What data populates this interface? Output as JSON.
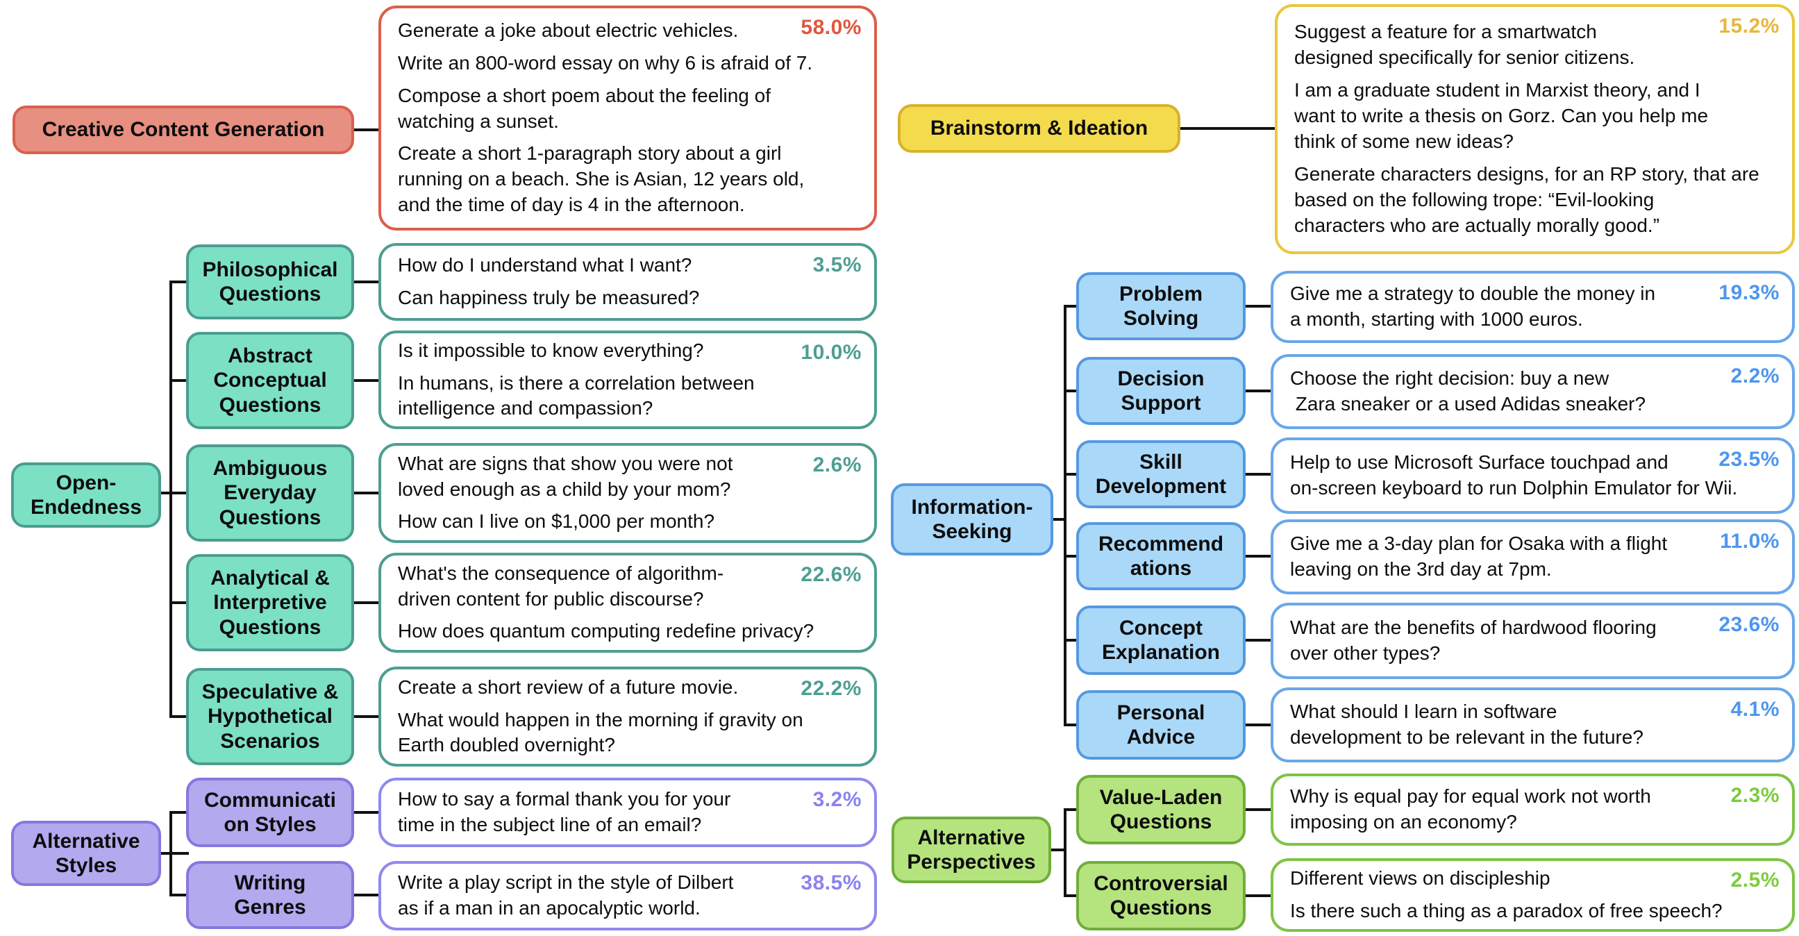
{
  "figure": {
    "background": "#ffffff",
    "connector_color": "#111111"
  },
  "palette": {
    "red": {
      "fill": "#E78F81",
      "stroke": "#DB5F4B",
      "percent": "#E05640"
    },
    "teal": {
      "fill": "#7CE0C4",
      "stroke": "#4E9E93",
      "percent": "#4E9E93"
    },
    "purple": {
      "fill": "#B2A9EE",
      "stroke": "#9089F0",
      "percent": "#8B82F0"
    },
    "yellow": {
      "fill": "#F4DB4D",
      "stroke": "#E8C83E",
      "percent": "#E8B73A"
    },
    "blue": {
      "fill": "#AAD8F8",
      "stroke": "#69A7EA",
      "percent": "#4D96F0"
    },
    "green": {
      "fill": "#B5E37E",
      "stroke": "#7DC444",
      "percent": "#7DCB3E"
    }
  },
  "groups": [
    {
      "label": "Creative Content Generation",
      "color": "red",
      "example": {
        "pct": "58.0%",
        "prompts": [
          "Generate a joke about electric vehicles.",
          "Write an 800-word essay on why 6 is afraid of 7.",
          "Compose a short poem about the feeling of\nwatching a sunset.",
          "Create a short 1-paragraph story about a girl\nrunning on a beach. She is Asian, 12 years old,\nand the time of day is 4 in the afternoon."
        ]
      }
    },
    {
      "label": "Open-\nEndedness",
      "color": "teal",
      "children": [
        {
          "label": "Philosophical\nQuestions",
          "example": {
            "pct": "3.5%",
            "prompts": [
              "How do I understand what I want?",
              "Can happiness truly be measured?"
            ]
          }
        },
        {
          "label": "Abstract\nConceptual\nQuestions",
          "example": {
            "pct": "10.0%",
            "prompts": [
              "Is it impossible to know everything?",
              "In humans, is there a correlation between\nintelligence and compassion?"
            ]
          }
        },
        {
          "label": "Ambiguous\nEveryday\nQuestions",
          "example": {
            "pct": "2.6%",
            "prompts": [
              "What are signs that show you were not\nloved enough as a child by your mom?",
              "How can I live on $1,000 per month?"
            ]
          }
        },
        {
          "label": "Analytical &\nInterpretive\nQuestions",
          "example": {
            "pct": "22.6%",
            "prompts": [
              "What's the consequence of algorithm-\ndriven content for public discourse?",
              "How does quantum computing redefine privacy?"
            ]
          }
        },
        {
          "label": "Speculative &\nHypothetical\nScenarios",
          "example": {
            "pct": "22.2%",
            "prompts": [
              "Create a short review of a future movie.",
              "What would happen in the morning if gravity on\nEarth doubled overnight?"
            ]
          }
        }
      ]
    },
    {
      "label": "Alternative\nStyles",
      "color": "purple",
      "children": [
        {
          "label": "Communicati\non Styles",
          "example": {
            "pct": "3.2%",
            "prompts": [
              "How to say a formal thank you for your\ntime in the subject line of an email?"
            ]
          }
        },
        {
          "label": "Writing\nGenres",
          "example": {
            "pct": "38.5%",
            "prompts": [
              "Write a play script in the style of Dilbert\nas if a man in an apocalyptic world."
            ]
          }
        }
      ]
    },
    {
      "label": "Brainstorm & Ideation",
      "color": "yellow",
      "example": {
        "pct": "15.2%",
        "prompts": [
          "Suggest a feature for a smartwatch\ndesigned specifically for senior citizens.",
          "I am a graduate student in Marxist theory, and I\nwant to write a thesis on Gorz. Can you help me\nthink of some new ideas?",
          "Generate characters designs, for an RP story, that are\nbased on the following trope: “Evil-looking\ncharacters who are actually morally good.”"
        ]
      }
    },
    {
      "label": "Information-\nSeeking",
      "color": "blue",
      "children": [
        {
          "label": "Problem\nSolving",
          "example": {
            "pct": "19.3%",
            "prompts": [
              "Give me a strategy to double the money in\na month, starting with 1000 euros."
            ]
          }
        },
        {
          "label": "Decision\nSupport",
          "example": {
            "pct": "2.2%",
            "prompts": [
              "Choose the right decision: buy a new\n Zara sneaker or a used Adidas sneaker?"
            ]
          }
        },
        {
          "label": "Skill\nDevelopment",
          "example": {
            "pct": "23.5%",
            "prompts": [
              "Help to use Microsoft Surface touchpad and\non-screen keyboard to run Dolphin Emulator for Wii."
            ]
          }
        },
        {
          "label": "Recommend\nations",
          "example": {
            "pct": "11.0%",
            "prompts": [
              "Give me a 3-day plan for Osaka with a flight\nleaving on the 3rd day at 7pm."
            ]
          }
        },
        {
          "label": "Concept\nExplanation",
          "example": {
            "pct": "23.6%",
            "prompts": [
              "What are the benefits of hardwood flooring\nover other types?"
            ]
          }
        },
        {
          "label": "Personal\nAdvice",
          "example": {
            "pct": "4.1%",
            "prompts": [
              "What should I learn in software\ndevelopment to be relevant in the future?"
            ]
          }
        }
      ]
    },
    {
      "label": "Alternative\nPerspectives",
      "color": "green",
      "children": [
        {
          "label": "Value-Laden\nQuestions",
          "example": {
            "pct": "2.3%",
            "prompts": [
              "Why is equal pay for equal work not worth\nimposing on an economy?"
            ]
          }
        },
        {
          "label": "Controversial\nQuestions",
          "example": {
            "pct": "2.5%",
            "prompts": [
              "Different views on discipleship",
              "Is there such a thing as a paradox of free speech?"
            ]
          }
        }
      ]
    }
  ]
}
